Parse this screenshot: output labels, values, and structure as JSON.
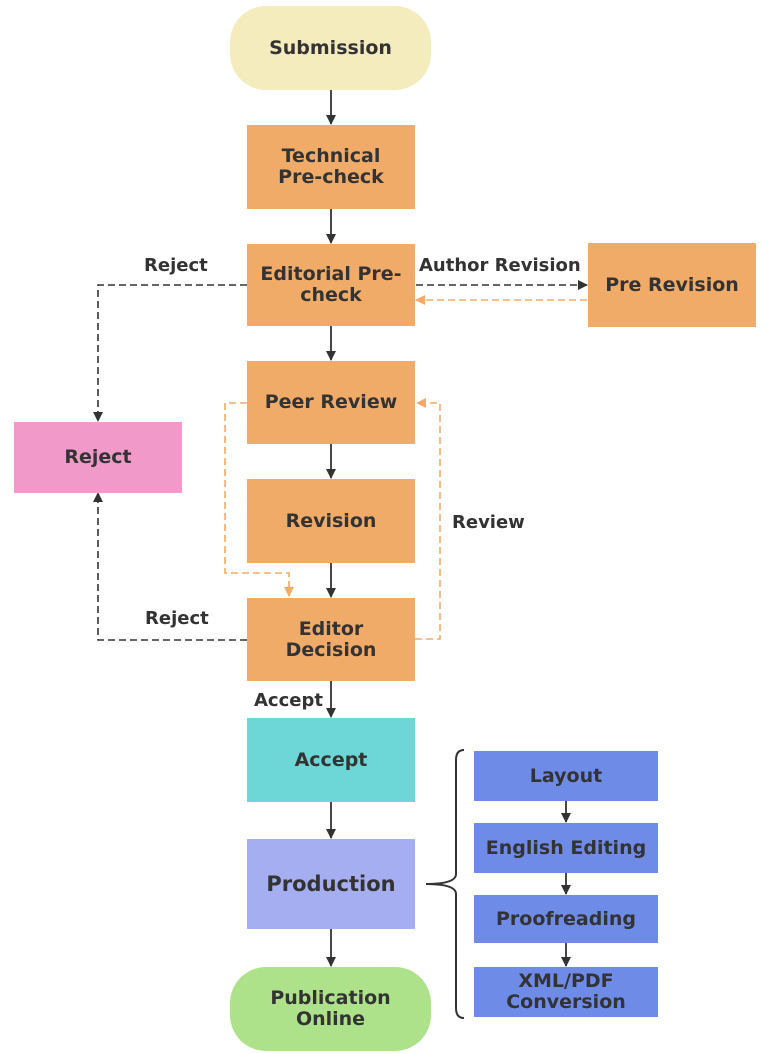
{
  "nodes": {
    "submission": "Submission",
    "technical_precheck": "Technical\nPre-check",
    "editorial_precheck": "Editorial Pre-\ncheck",
    "pre_revision": "Pre Revision",
    "peer_review": "Peer Review",
    "revision": "Revision",
    "reject": "Reject",
    "editor_decision": "Editor\nDecision",
    "accept": "Accept",
    "production": "Production",
    "publication_online": "Publication\nOnline",
    "layout": "Layout",
    "english_editing": "English Editing",
    "proofreading": "Proofreading",
    "xml_pdf_conversion": "XML/PDF\nConversion"
  },
  "edge_labels": {
    "reject_top": "Reject",
    "author_revision": "Author Revision",
    "review": "Review",
    "reject_bottom": "Reject",
    "accept": "Accept"
  },
  "colors": {
    "start_end_yellow": "#f5ecbe",
    "process_orange": "#f0ab68",
    "reject_pink": "#f19ac9",
    "accept_teal": "#6dd6d6",
    "production_lavender": "#a4aef1",
    "production_step_blue": "#6f8be8",
    "publication_green": "#ade28a",
    "arrow_dark": "#333333",
    "arrow_dashed_orange": "#f0ab68"
  }
}
